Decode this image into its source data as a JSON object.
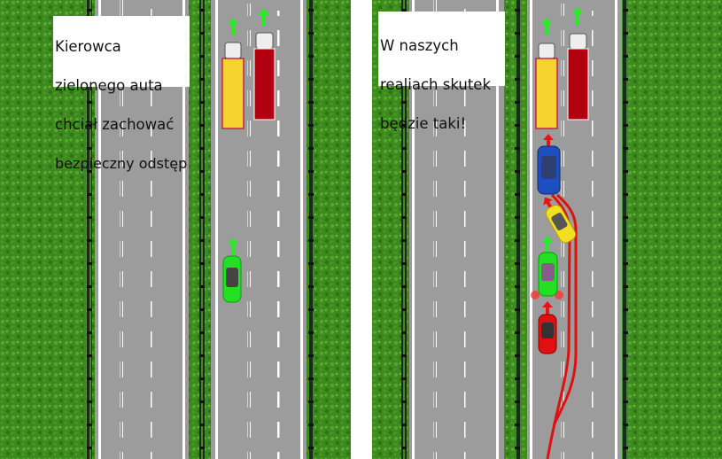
{
  "panels": [
    {
      "caption_lines": [
        "Kierowca",
        "zielonego auta",
        "chciał zachować",
        "bezpieczny odstęp"
      ]
    },
    {
      "caption_lines": [
        "W naszych",
        "realiach skutek",
        "będzie taki!"
      ]
    }
  ],
  "colors": {
    "grass": "#3f8f1f",
    "road": "#9a9a9a",
    "truck_yellow": "#f5d430",
    "truck_red": "#b30010",
    "car_green": "#22e022",
    "car_blue": "#1e4fc0",
    "car_yellow": "#f2e020",
    "car_red": "#e01010",
    "arrow_green": "#22ee22",
    "arrow_red": "#ee1111"
  }
}
